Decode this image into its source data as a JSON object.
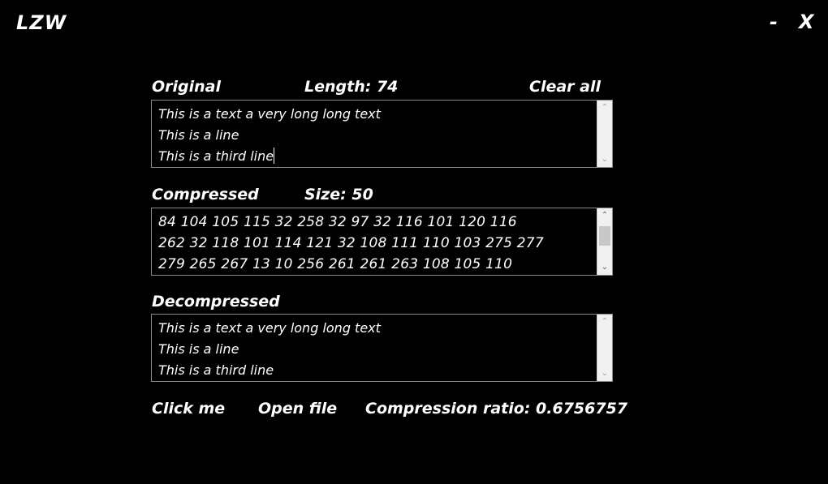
{
  "window": {
    "title": "LZW",
    "minimize_label": "-",
    "close_label": "X"
  },
  "original": {
    "label": "Original",
    "length_label": "Length: 74",
    "clear_label": "Clear all",
    "lines": [
      "This is a text a very long long text",
      "This is a line",
      "This is a third line"
    ]
  },
  "compressed": {
    "label": "Compressed",
    "size_label": "Size: 50",
    "lines": [
      "84 104 105 115 32 258 32 97 32 116 101 120 116",
      "262 32 118 101 114 121 32 108 111 110 103 275 277",
      "279 265 267 13 10 256 261 261 263 108 105 110"
    ]
  },
  "decompressed": {
    "label": "Decompressed",
    "lines": [
      "This is a text a very long long text",
      "This is a line",
      "This is a third line"
    ]
  },
  "footer": {
    "click_me_label": "Click me",
    "open_file_label": "Open file",
    "ratio_label": "Compression ratio: 0.6756757"
  },
  "scroll_glyphs": {
    "up": "⌃",
    "down": "⌄"
  }
}
